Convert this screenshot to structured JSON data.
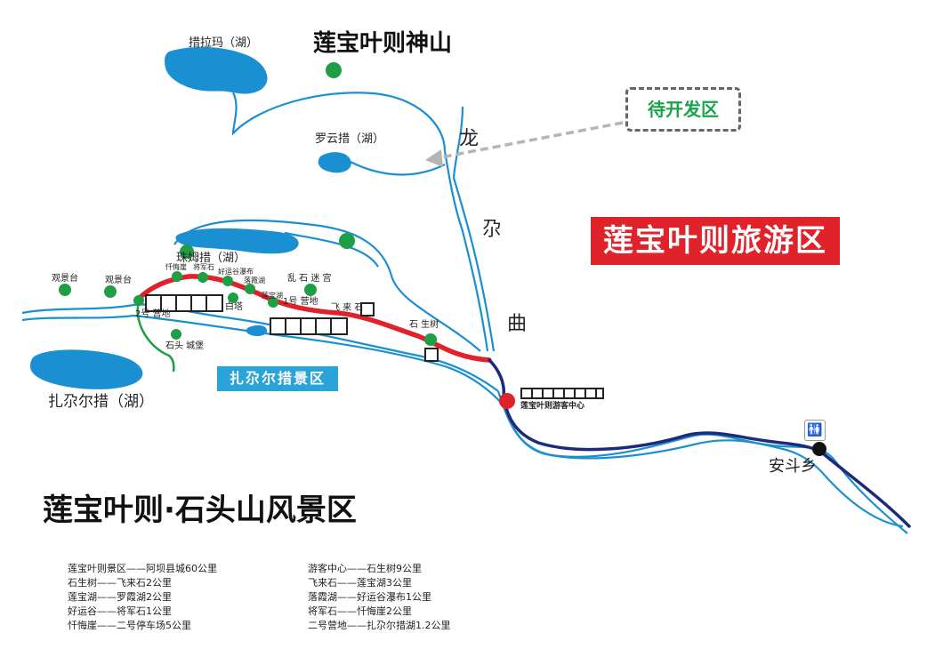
{
  "titles": {
    "mountain": "莲宝叶则神山",
    "scenic_area": "莲宝叶则·石头山风景区"
  },
  "zones": {
    "tourism_zone": "莲宝叶则旅游区",
    "pending_zone": "待开发区",
    "zhaer_zone": "扎尕尔措景区"
  },
  "lakes": {
    "cuolama": "措拉玛（湖）",
    "luoyuncuo": "罗云措（湖）",
    "zhumucuo": "珠姆措（湖）",
    "zhaercuo": "扎尕尔措（湖）"
  },
  "river": {
    "chars": [
      "龙",
      "尕",
      "曲"
    ]
  },
  "points": {
    "guanjingtai": "观景台",
    "chuihuiya": "忏悔崖",
    "jiangjunshi": "将军石",
    "haoyungu": "好运谷瀑布",
    "luoxiahu": "落霞湖",
    "lianbaohu": "莲宝湖",
    "baita": "白塔",
    "yihao_camp": "1号 营地",
    "erhao_camp": "2号 营地",
    "luanshi": "乱 石 迷 宫",
    "feilaishi": "飞 来 石",
    "shishengshu": "石 生树",
    "shitou": "石头 城堡",
    "visitor_center": "莲宝叶则游客中心",
    "andouxiang": "安斗乡"
  },
  "distances": {
    "left": [
      "莲宝叶则景区——阿坝县城60公里",
      "石生树——飞来石2公里",
      "莲宝湖——罗霞湖2公里",
      "好运谷——将军石1公里",
      "忏悔崖——二号停车场5公里"
    ],
    "right": [
      "游客中心——石生树9公里",
      "飞来石——莲宝湖3公里",
      "落霞湖——好运谷瀑布1公里",
      "将军石——忏悔崖2公里",
      "二号营地——扎尕尔措湖1.2公里"
    ]
  },
  "colors": {
    "lake": "#1a8fd1",
    "river": "#1a8fd1",
    "road_red": "#e0222a",
    "road_navy": "#1c2a7a",
    "green_point": "#1f9e45",
    "gray_arrow": "#b5b5b5"
  }
}
